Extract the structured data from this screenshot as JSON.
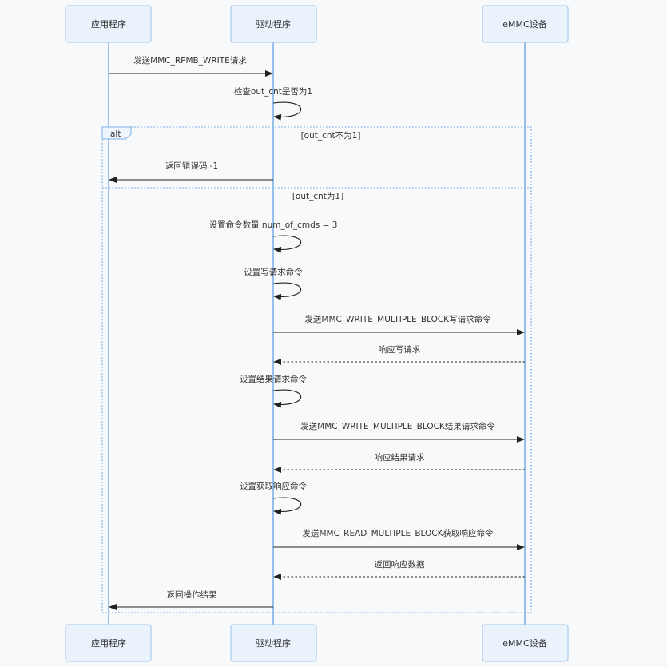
{
  "participants": [
    {
      "id": "app",
      "label": "应用程序"
    },
    {
      "id": "drv",
      "label": "驱动程序"
    },
    {
      "id": "emmc",
      "label": "eMMC设备"
    }
  ],
  "fragment": {
    "keyword": "alt",
    "guards": [
      "[out_cnt不为1]",
      "[out_cnt为1]"
    ]
  },
  "messages": [
    {
      "from": "app",
      "to": "drv",
      "text": "发送MMC_RPMB_WRITE请求",
      "style": "solid"
    },
    {
      "from": "drv",
      "to": "drv",
      "text": "检查out_cnt是否为1",
      "style": "solid"
    },
    {
      "from": "drv",
      "to": "app",
      "text": "返回错误码 -1",
      "style": "solid"
    },
    {
      "from": "drv",
      "to": "drv",
      "text": "设置命令数量 num_of_cmds = 3",
      "style": "solid"
    },
    {
      "from": "drv",
      "to": "drv",
      "text": "设置写请求命令",
      "style": "solid"
    },
    {
      "from": "drv",
      "to": "emmc",
      "text": "发送MMC_WRITE_MULTIPLE_BLOCK写请求命令",
      "style": "solid"
    },
    {
      "from": "emmc",
      "to": "drv",
      "text": "响应写请求",
      "style": "dashed"
    },
    {
      "from": "drv",
      "to": "drv",
      "text": "设置结果请求命令",
      "style": "solid"
    },
    {
      "from": "drv",
      "to": "emmc",
      "text": "发送MMC_WRITE_MULTIPLE_BLOCK结果请求命令",
      "style": "solid"
    },
    {
      "from": "emmc",
      "to": "drv",
      "text": "响应结果请求",
      "style": "dashed"
    },
    {
      "from": "drv",
      "to": "drv",
      "text": "设置获取响应命令",
      "style": "solid"
    },
    {
      "from": "drv",
      "to": "emmc",
      "text": "发送MMC_READ_MULTIPLE_BLOCK获取响应命令",
      "style": "solid"
    },
    {
      "from": "emmc",
      "to": "drv",
      "text": "返回响应数据",
      "style": "dashed"
    },
    {
      "from": "drv",
      "to": "app",
      "text": "返回操作结果",
      "style": "solid"
    }
  ]
}
